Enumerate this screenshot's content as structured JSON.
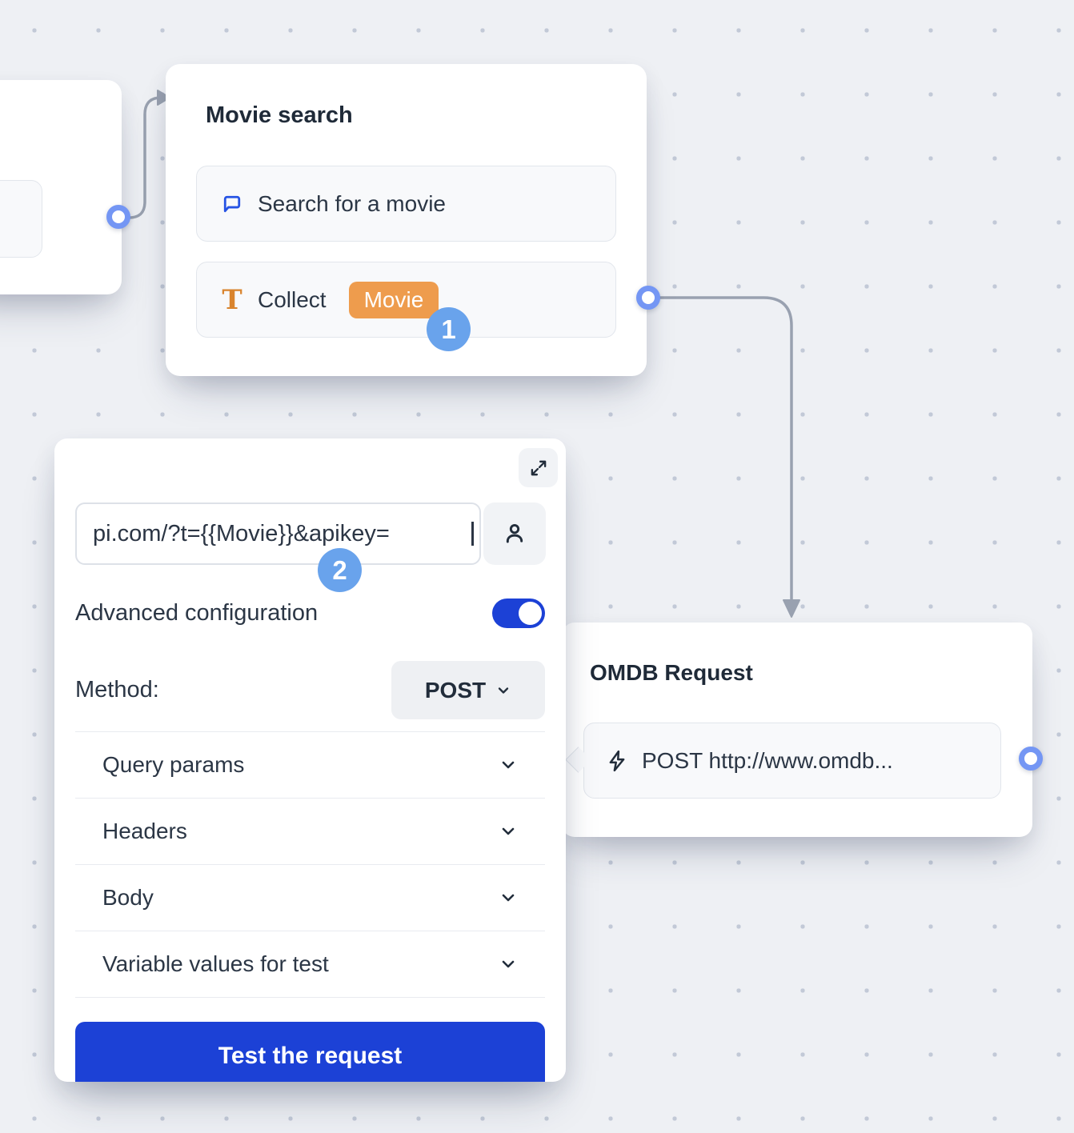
{
  "nodes": {
    "previous": {
      "note": "partially visible node at canvas edge"
    },
    "movie_search": {
      "title": "Movie search",
      "items": [
        {
          "icon": "chat-bubble-icon",
          "label": "Search for a movie"
        },
        {
          "icon": "text-input-icon",
          "label": "Collect",
          "variable": "Movie"
        }
      ]
    },
    "omdb": {
      "title": "OMDB Request",
      "request_label": "POST http://www.omdb..."
    }
  },
  "editor": {
    "url_value": "pi.com/?t={{Movie}}&apikey=",
    "advanced_label": "Advanced configuration",
    "advanced_enabled": true,
    "method_label": "Method:",
    "method_value": "POST",
    "sections": [
      "Query params",
      "Headers",
      "Body",
      "Variable values for test"
    ],
    "test_button_label": "Test the request"
  },
  "steps": {
    "collect_badge": "1",
    "url_badge": "2"
  },
  "colors": {
    "accent_blue": "#1c41d6",
    "step_badge_blue": "#69a3ec",
    "variable_orange": "#ee9c4d",
    "icon_orange": "#d9842e",
    "bubble_blue": "#2653e4",
    "port_blue": "#7496f4",
    "edge_gray": "#99a1b0",
    "canvas_bg": "#eef0f4"
  }
}
